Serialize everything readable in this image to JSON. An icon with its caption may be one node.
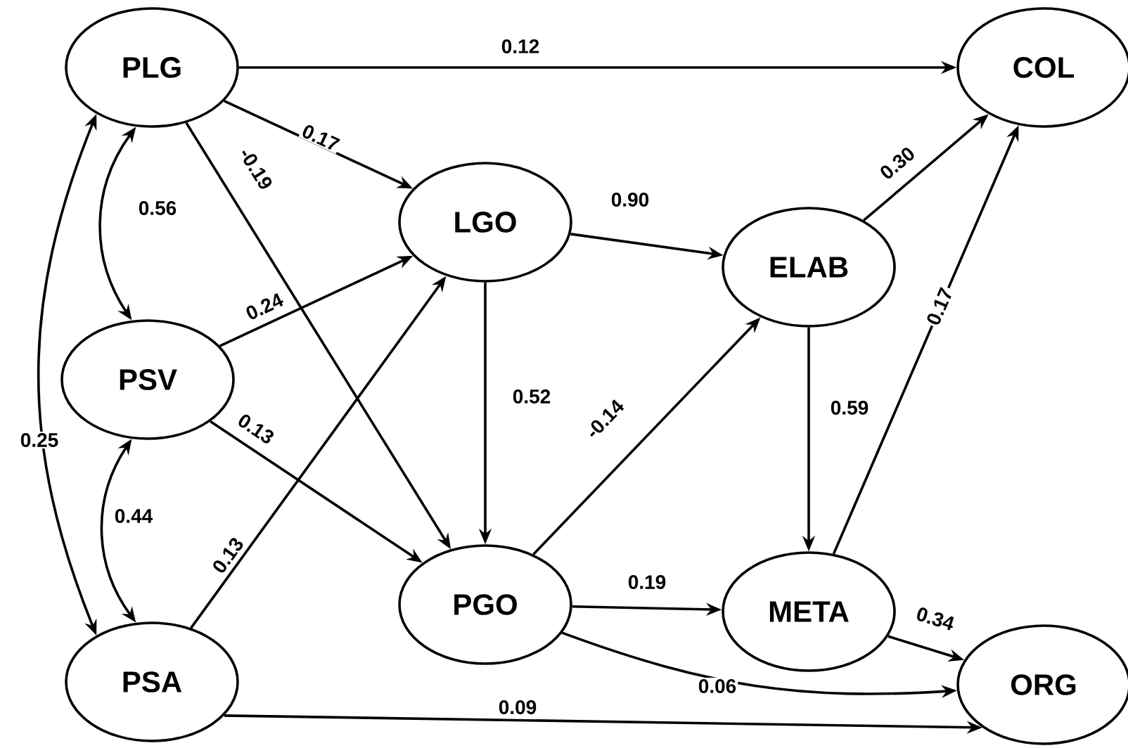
{
  "diagram": {
    "nodes": [
      {
        "text": [
          "PLG"
        ]
      },
      {
        "text": [
          "COL"
        ]
      },
      {
        "text": [
          "LGO"
        ]
      },
      {
        "text": [
          "ELAB"
        ]
      },
      {
        "text": [
          "PSV"
        ]
      },
      {
        "text": [
          "PGO"
        ]
      },
      {
        "text": [
          "META"
        ]
      },
      {
        "text": [
          "PSA"
        ]
      },
      {
        "text": [
          "ORG"
        ]
      }
    ],
    "edges": [
      {
        "from": 0,
        "to": 1,
        "arrow": "to",
        "label": "0.12"
      },
      {
        "from": 0,
        "to": 2,
        "arrow": "to",
        "label": "0.17"
      },
      {
        "from": 0,
        "to": 5,
        "arrow": "to",
        "label": "-0.19"
      },
      {
        "from": 0,
        "to": 4,
        "arrow": "both",
        "label": "0.56"
      },
      {
        "from": 7,
        "to": 0,
        "arrow": "both",
        "label": "0.25"
      },
      {
        "from": 4,
        "to": 2,
        "arrow": "to",
        "label": "0.24"
      },
      {
        "from": 4,
        "to": 5,
        "arrow": "to",
        "label": "0.13"
      },
      {
        "from": 4,
        "to": 7,
        "arrow": "both",
        "label": "0.44"
      },
      {
        "from": 7,
        "to": 2,
        "arrow": "to",
        "label": "0.13"
      },
      {
        "from": 2,
        "to": 3,
        "arrow": "to",
        "label": "0.90"
      },
      {
        "from": 2,
        "to": 5,
        "arrow": "to",
        "label": "0.52"
      },
      {
        "from": 3,
        "to": 1,
        "arrow": "to",
        "label": "0.30"
      },
      {
        "from": 3,
        "to": 6,
        "arrow": "to",
        "label": "0.59"
      },
      {
        "from": 5,
        "to": 3,
        "arrow": "to",
        "label": "-0.14"
      },
      {
        "from": 6,
        "to": 1,
        "arrow": "to",
        "label": "0.17"
      },
      {
        "from": 5,
        "to": 6,
        "arrow": "to",
        "label": "0.19"
      },
      {
        "from": 6,
        "to": 8,
        "arrow": "to",
        "label": "0.34"
      },
      {
        "from": 5,
        "to": 8,
        "arrow": "to",
        "label": "0.06"
      },
      {
        "from": 7,
        "to": 8,
        "arrow": "to",
        "label": "0.09"
      }
    ]
  }
}
